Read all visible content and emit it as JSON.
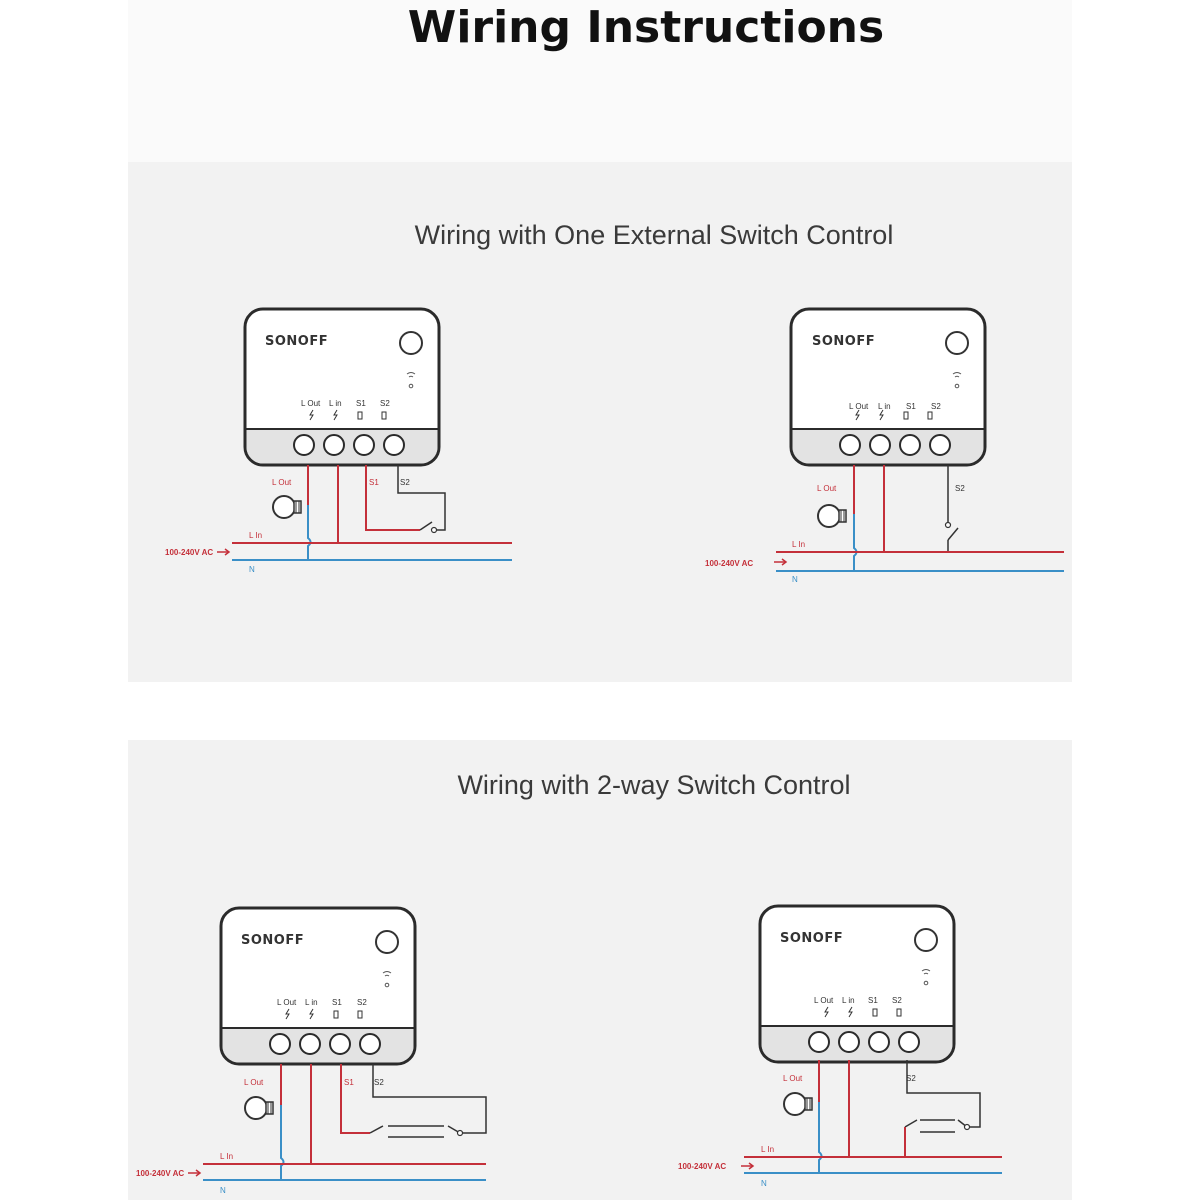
{
  "header": {
    "title": "Wiring Instructions"
  },
  "sections": [
    {
      "title": "Wiring with One External Switch Control"
    },
    {
      "title": "Wiring with 2-way Switch Control"
    }
  ],
  "device": {
    "brand": "SONOFF",
    "terminals": {
      "lout": "L Out",
      "lin": "L in",
      "s1": "S1",
      "s2": "S2"
    }
  },
  "wires": {
    "lout": "L Out",
    "lin": "L In",
    "s1": "S1",
    "s2": "S2",
    "neutral": "N",
    "supply": "100-240V AC"
  },
  "colors": {
    "live": "#c4303a",
    "neutral": "#3a8fc7",
    "wire": "#333333"
  }
}
